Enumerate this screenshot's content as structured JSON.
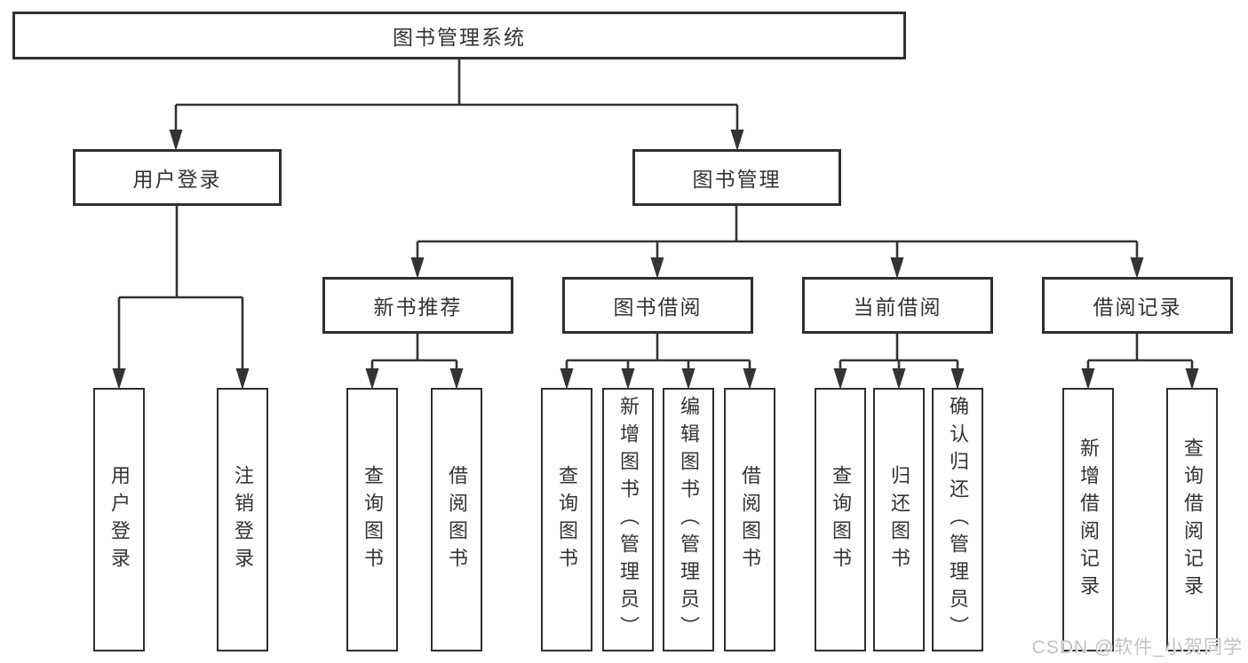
{
  "diagram": {
    "root": {
      "label": "图书管理系统"
    },
    "branches": [
      {
        "label": "用户登录",
        "children": [
          {
            "label": "用户登录"
          },
          {
            "label": "注销登录"
          }
        ]
      },
      {
        "label": "图书管理",
        "children": [
          {
            "label": "新书推荐",
            "children": [
              {
                "label": "查询图书"
              },
              {
                "label": "借阅图书"
              }
            ]
          },
          {
            "label": "图书借阅",
            "children": [
              {
                "label": "查询图书"
              },
              {
                "label": "新增图书（管理员）"
              },
              {
                "label": "编辑图书（管理员）"
              },
              {
                "label": "借阅图书"
              }
            ]
          },
          {
            "label": "当前借阅",
            "children": [
              {
                "label": "查询图书"
              },
              {
                "label": "归还图书"
              },
              {
                "label": "确认归还（管理员）"
              }
            ]
          },
          {
            "label": "借阅记录",
            "children": [
              {
                "label": "新增借阅记录"
              },
              {
                "label": "查询借阅记录"
              }
            ]
          }
        ]
      }
    ]
  },
  "watermark": {
    "text": "CSDN @软件_小贺同学"
  },
  "colors": {
    "line": "#333333",
    "box_border": "#2f2f2f",
    "text": "#333333",
    "watermark": "#c2c2c2",
    "background": "#ffffff"
  }
}
